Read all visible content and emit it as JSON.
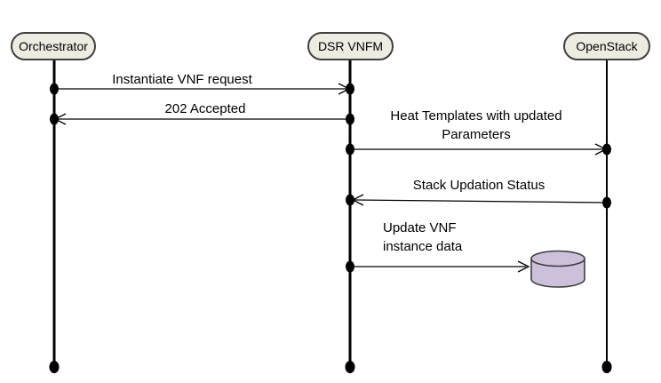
{
  "diagram": {
    "type": "sequence",
    "actors": [
      {
        "id": "orchestrator",
        "label": "Orchestrator"
      },
      {
        "id": "dsr-vnfm",
        "label": "DSR VNFM"
      },
      {
        "id": "openstack",
        "label": "OpenStack"
      }
    ],
    "messages": [
      {
        "label": "Instantiate VNF request",
        "from": "Orchestrator",
        "to": "DSR VNFM",
        "direction": "right"
      },
      {
        "label": "202 Accepted",
        "from": "DSR VNFM",
        "to": "Orchestrator",
        "direction": "left"
      },
      {
        "label": "Heat Templates with updated\nParameters",
        "from": "DSR VNFM",
        "to": "OpenStack",
        "direction": "right"
      },
      {
        "label": "Stack Updation Status",
        "from": "OpenStack",
        "to": "DSR VNFM",
        "direction": "left"
      },
      {
        "label": "Update VNF\ninstance data",
        "from": "DSR VNFM",
        "to": "database",
        "direction": "right"
      }
    ],
    "icons": [
      {
        "name": "database-cylinder-icon"
      }
    ],
    "colors": {
      "actor_fill": "#eeece1",
      "actor_border": "#3f3f3f",
      "database_fill": "#ccc0da",
      "database_border": "#3f3f3f",
      "line": "#000000",
      "background": "#ffffff"
    }
  }
}
